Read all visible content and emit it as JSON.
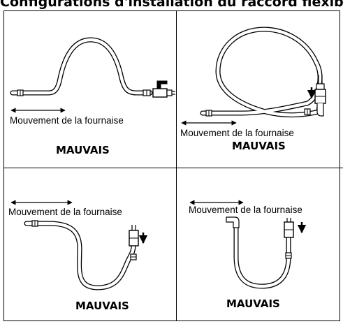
{
  "title": "Configurations d'installation du raccord flexible au gaz de la fournaise",
  "panels": [
    {
      "caption": "Mouvement de la fournaise",
      "verdict": "MAUVAIS"
    },
    {
      "caption": "Mouvement de la fournaise",
      "verdict": "MAUVAIS"
    },
    {
      "caption": "Mouvement de la fournaise",
      "verdict": "MAUVAIS"
    },
    {
      "caption": "Mouvement de la fournaise",
      "verdict": "MAUVAIS"
    }
  ]
}
